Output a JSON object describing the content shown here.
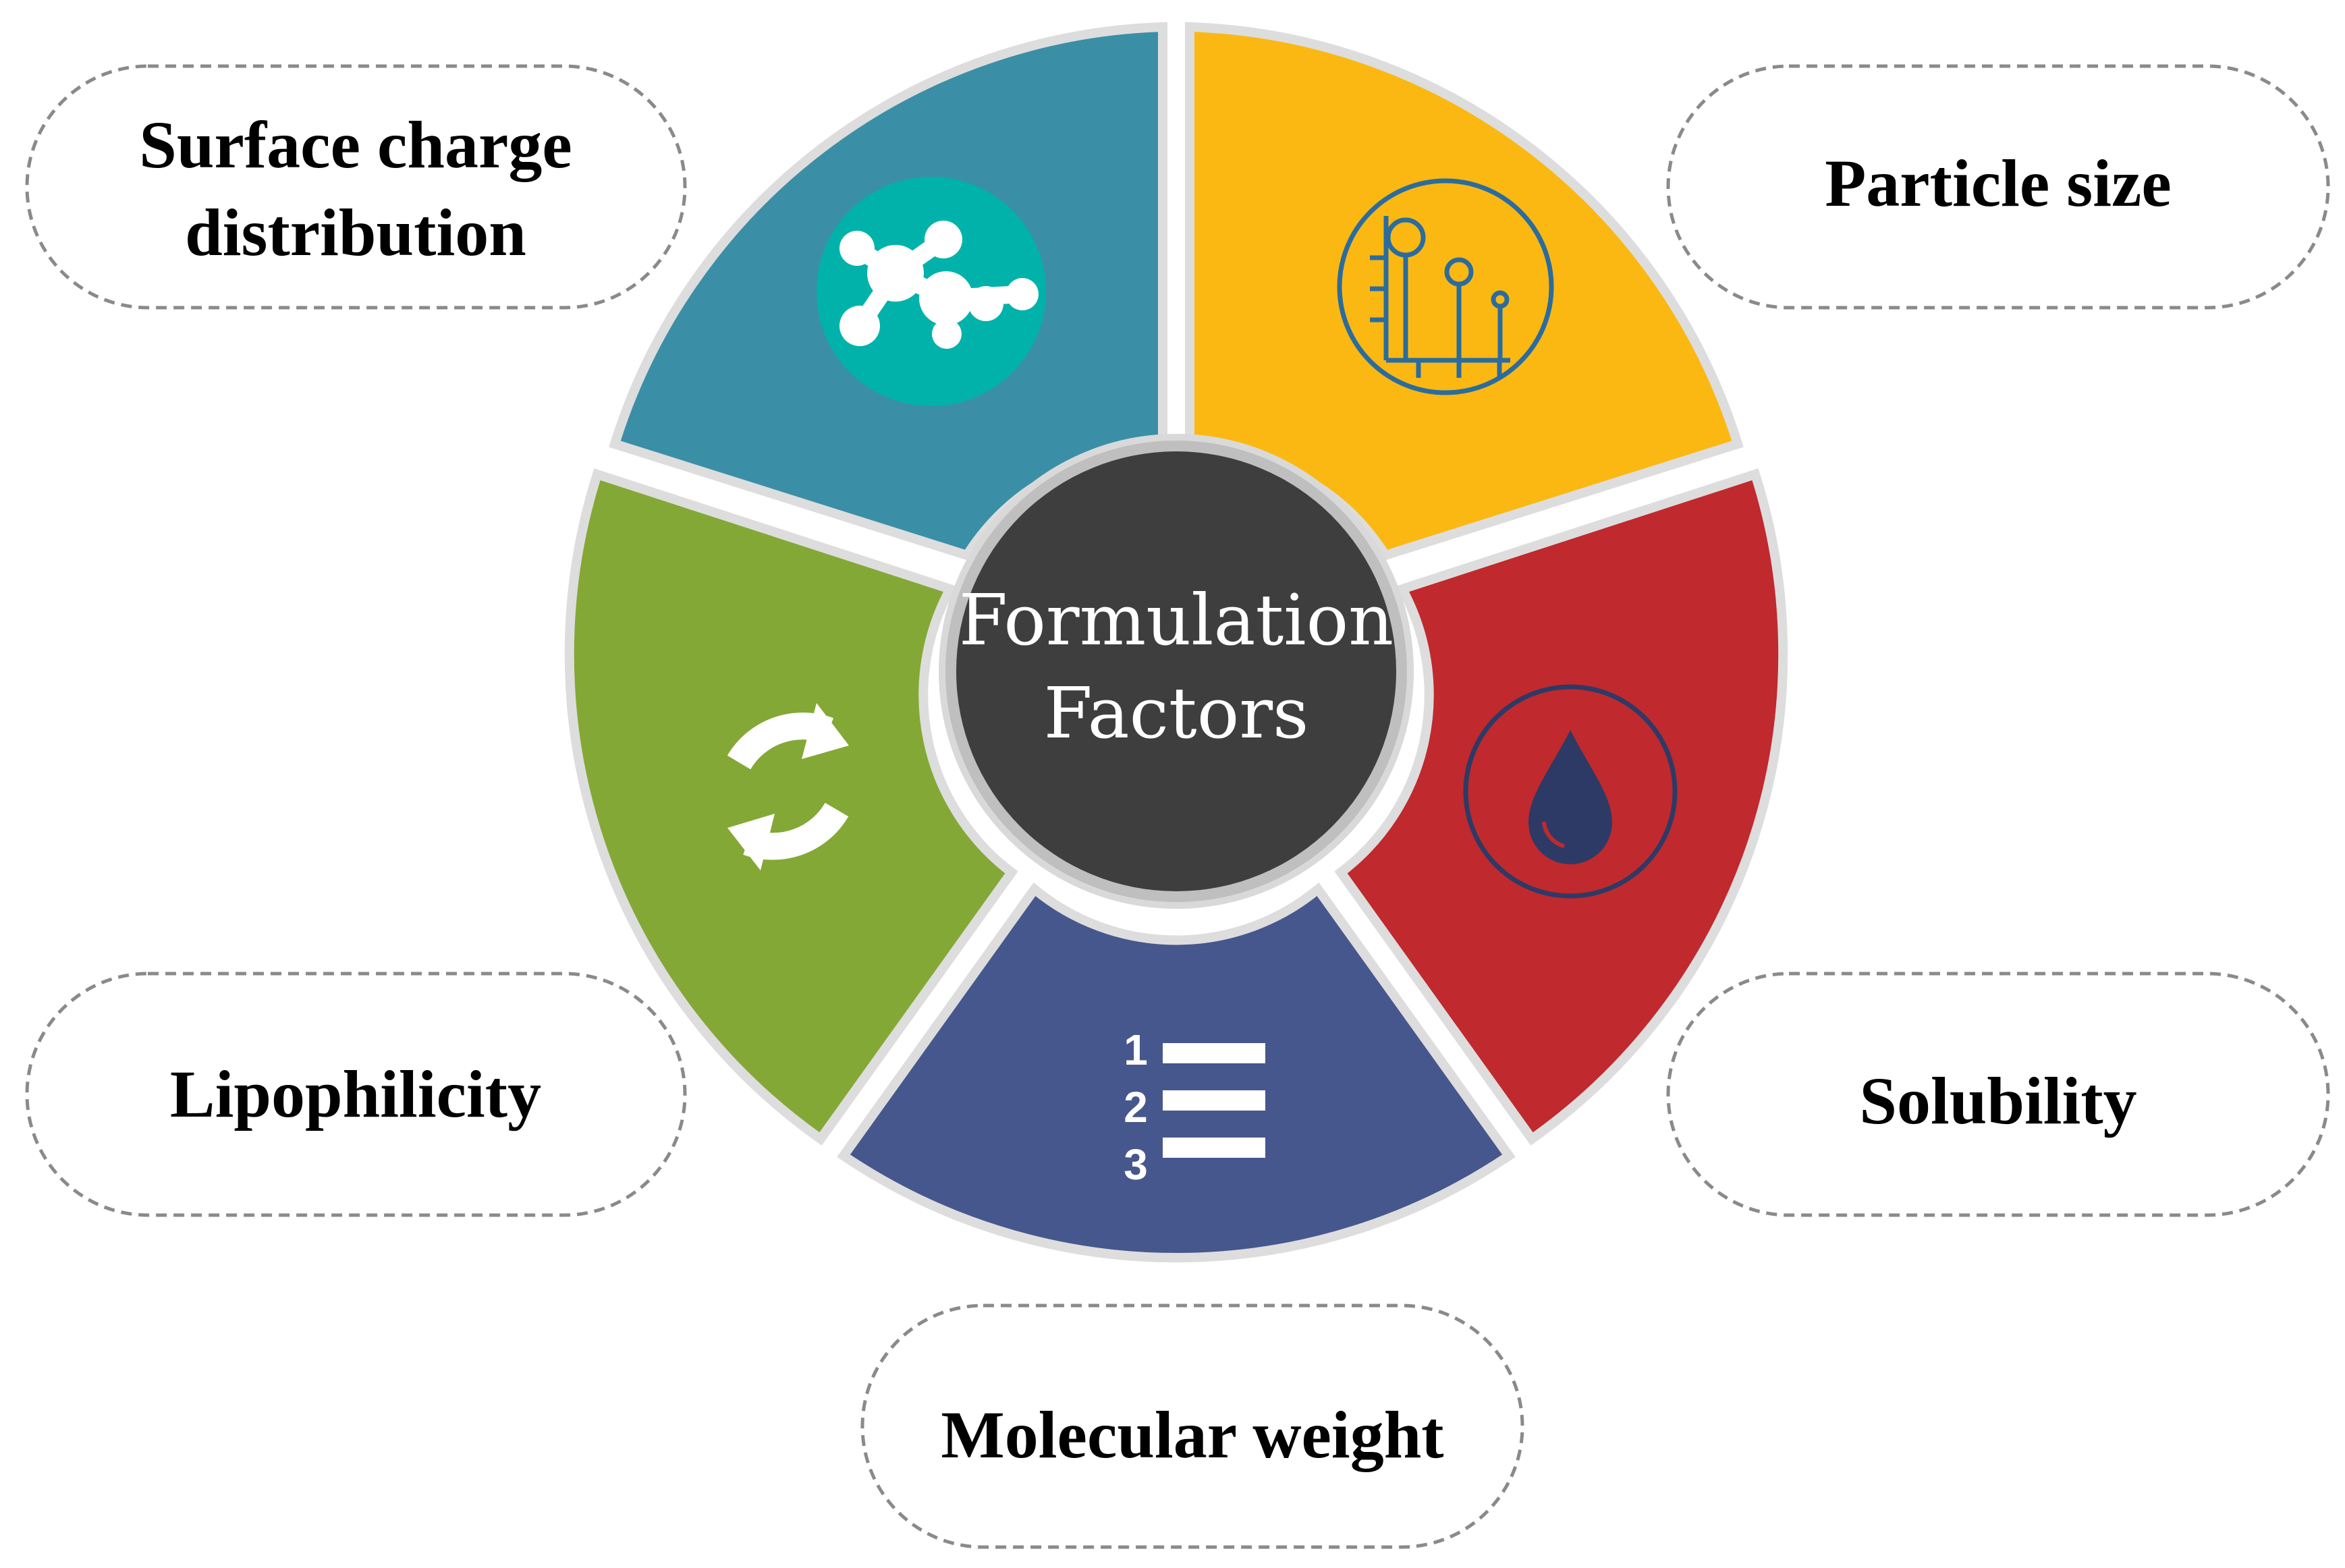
{
  "center": {
    "line1": "Formulation",
    "line2": "Factors"
  },
  "segments": [
    {
      "id": "surface-charge",
      "color": "#3A8FA6",
      "icon": "molecule-icon"
    },
    {
      "id": "particle-size",
      "color": "#FBB812",
      "icon": "particle-size-chart-icon"
    },
    {
      "id": "solubility",
      "color": "#C0292D",
      "icon": "water-drop-icon"
    },
    {
      "id": "molecular-weight",
      "color": "#46578D",
      "icon": "numbered-list-icon"
    },
    {
      "id": "lipophilicity",
      "color": "#84A835",
      "icon": "refresh-arrows-icon"
    }
  ],
  "labels": {
    "surface_charge_line1": "Surface charge",
    "surface_charge_line2": "distribution",
    "particle_size": "Particle size",
    "solubility": "Solubility",
    "molecular_weight": "Molecular weight",
    "lipophilicity": "Lipophilicity"
  },
  "icon_labels": {
    "num1": "1",
    "num2": "2",
    "num3": "3"
  }
}
